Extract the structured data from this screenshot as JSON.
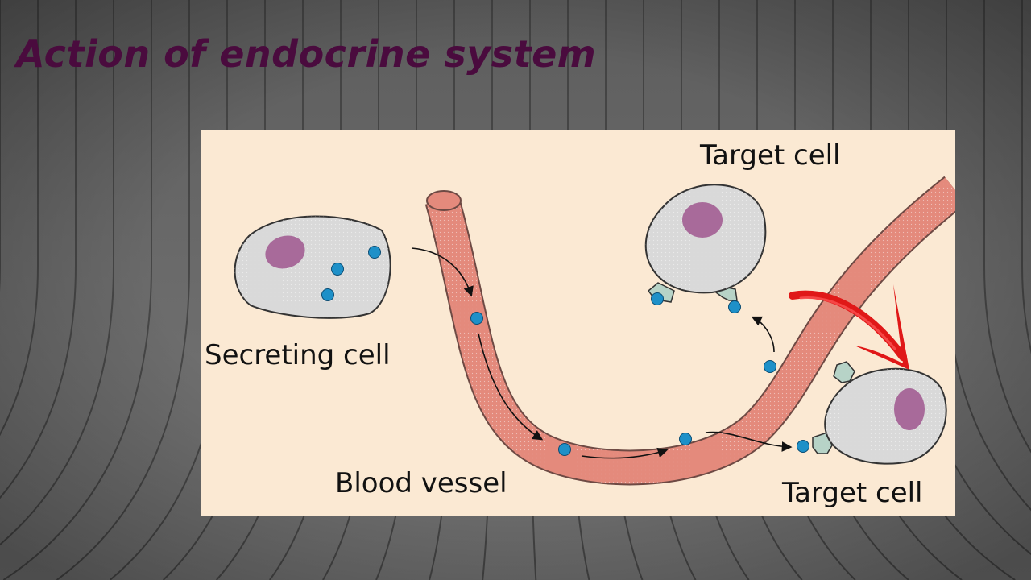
{
  "slide": {
    "title": "Action of endocrine system",
    "title_color": "#4a0b3e"
  },
  "diagram": {
    "labels": {
      "secreting_cell": "Secreting cell",
      "blood_vessel": "Blood vessel",
      "target_cell_top": "Target cell",
      "target_cell_bottom": "Target cell"
    },
    "colors": {
      "panel_background": "#fbe9d3",
      "blood_vessel": "#e48a7c",
      "cell_body": "#d9d9d9",
      "nucleus": "#a86a9a",
      "hormone": "#1e90c8",
      "receptor": "#b7d3c7",
      "highlight_arrow": "#e01818"
    },
    "icons": {
      "hormone": "hormone-dot-icon",
      "flow_arrow": "flow-arrow-icon",
      "highlight": "red-highlight-arrow-icon"
    }
  }
}
